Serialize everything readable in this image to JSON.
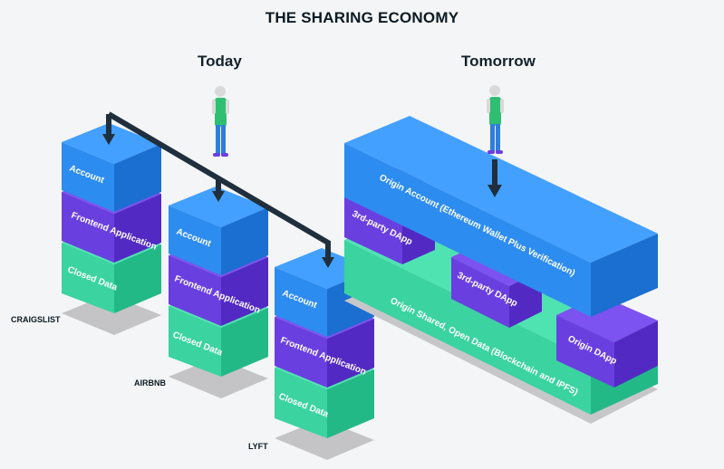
{
  "title": "THE SHARING ECONOMY",
  "sections": {
    "today": "Today",
    "tomorrow": "Tomorrow"
  },
  "today": {
    "craigslist": {
      "name": "CRAIGSLIST",
      "layers": [
        "Account",
        "Frontend Application",
        "Closed Data"
      ]
    },
    "airbnb": {
      "name": "AIRBNB",
      "layers": [
        "Account",
        "Frontend Application",
        "Closed Data"
      ]
    },
    "lyft": {
      "name": "LYFT",
      "layers": [
        "Account",
        "Frontend Application",
        "Closed Data"
      ]
    }
  },
  "tomorrow": {
    "account": "Origin Account (Ethereum Wallet Plus Verification)",
    "data": "Origin Shared, Open Data (Blockchain and IPFS)",
    "dapps": [
      "3rd-party DApp",
      "3rd-party DApp",
      "Origin DApp"
    ]
  },
  "colors": {
    "account": "#2d8cf0",
    "frontend": "#6a3fe0",
    "data": "#3bd3a0",
    "arrow": "#1f2f3d",
    "shadow": "#c7c7c9",
    "person_shirt": "#2fbf72",
    "person_pants": "#2f7ddc",
    "person_skin": "#d9d9d9"
  }
}
